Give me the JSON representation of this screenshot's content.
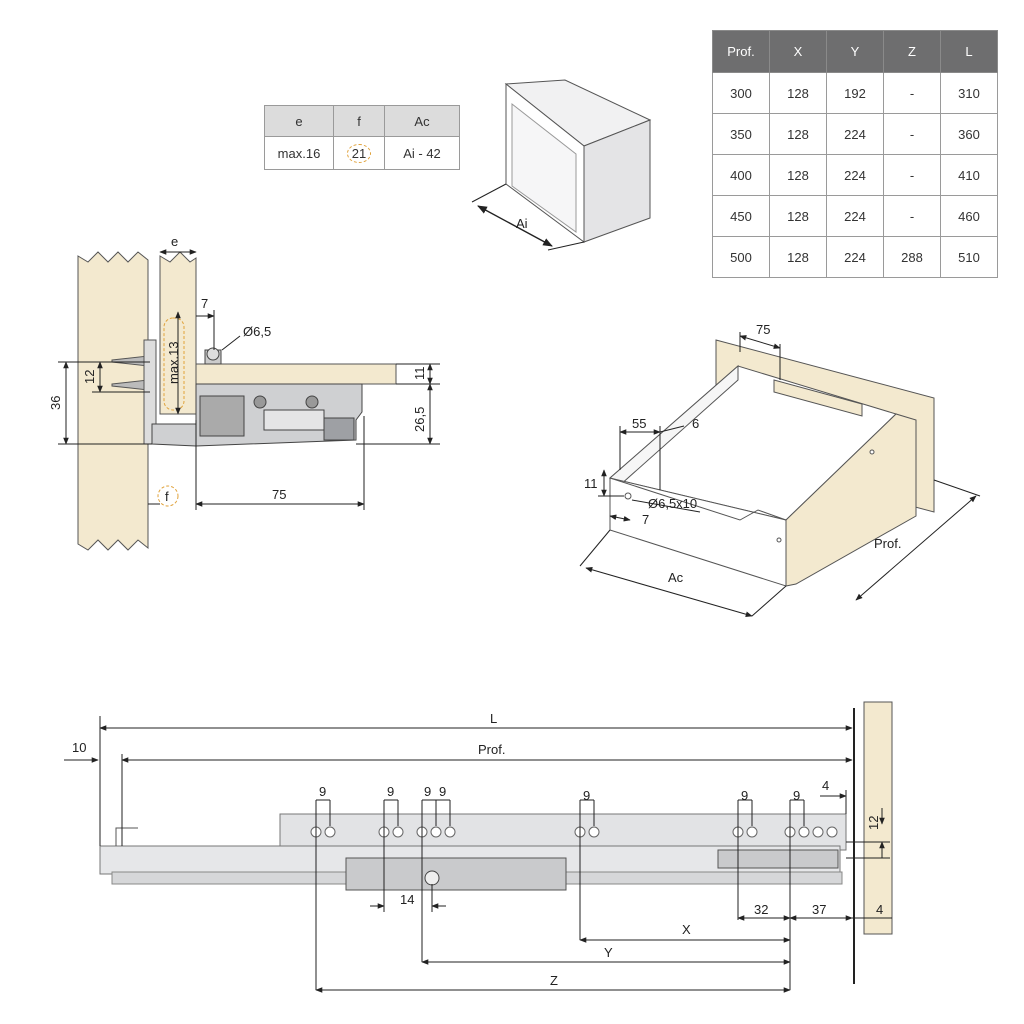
{
  "small_table": {
    "headers": [
      "e",
      "f",
      "Ac"
    ],
    "row": [
      "max.16",
      "21",
      "Ai - 42"
    ]
  },
  "dims_table": {
    "headers": [
      "Prof.",
      "X",
      "Y",
      "Z",
      "L"
    ],
    "rows": [
      [
        "300",
        "128",
        "192",
        "-",
        "310"
      ],
      [
        "350",
        "128",
        "224",
        "-",
        "360"
      ],
      [
        "400",
        "128",
        "224",
        "-",
        "410"
      ],
      [
        "450",
        "128",
        "224",
        "-",
        "460"
      ],
      [
        "500",
        "128",
        "224",
        "288",
        "510"
      ]
    ]
  },
  "box_label": "Ai",
  "section": {
    "e": "e",
    "seven": "7",
    "hole": "Ø6,5",
    "max13": "max.13",
    "twelve": "12",
    "thirtysix": "36",
    "eleven": "11",
    "h265": "26,5",
    "f": "f",
    "seventyfive": "75"
  },
  "iso": {
    "seventyfive": "75",
    "fiftyfive": "55",
    "six": "6",
    "eleven": "11",
    "hole": "Ø6,5x10",
    "seven": "7",
    "ac": "Ac",
    "prof": "Prof."
  },
  "side": {
    "L": "L",
    "ten": "10",
    "prof": "Prof.",
    "nine": "9",
    "four": "4",
    "twelve": "12",
    "fourteen": "14",
    "thirtytwo": "32",
    "thirtyseven": "37",
    "X": "X",
    "Y": "Y",
    "Z": "Z"
  },
  "colors": {
    "wood": "#f3e9cf",
    "table_header": "#6e6e6f",
    "rail": "#e2e3e5",
    "dashed_highlight": "#e0a23a"
  }
}
